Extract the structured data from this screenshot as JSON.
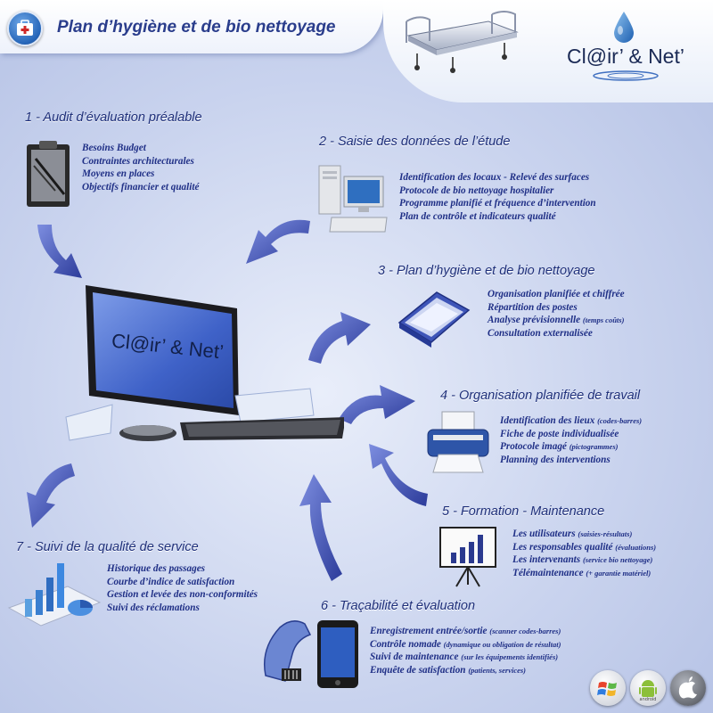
{
  "header": {
    "title": "Plan d’hygiène et de bio nettoyage",
    "brand": "Cl@ir’ & Net’",
    "icons": {
      "app": "medical-kit-icon",
      "bed": "hospital-bed-illustration"
    }
  },
  "monitor_brand": "Cl@ir’ & Net’",
  "colors": {
    "title": "#2a3d8c",
    "item": "#1f2f86",
    "arrow": "#4a5fc0",
    "background": "#c9d3ee"
  },
  "sections": [
    {
      "title": "1 - Audit d’évaluation préalable",
      "icon": "clipboard-icon",
      "items": [
        {
          "text": "Besoins Budget",
          "note": ""
        },
        {
          "text": "Contraintes architecturales",
          "note": ""
        },
        {
          "text": "Moyens en places",
          "note": ""
        },
        {
          "text": "Objectifs financier et qualité",
          "note": ""
        }
      ]
    },
    {
      "title": "2 - Saisie des données de l’étude",
      "icon": "desktop-computer-icon",
      "items": [
        {
          "text": "Identification des locaux - Relevé des surfaces",
          "note": ""
        },
        {
          "text": "Protocole de bio nettoyage hospitalier",
          "note": ""
        },
        {
          "text": "Programme planifié et fréquence d’intervention",
          "note": ""
        },
        {
          "text": "Plan de contrôle et indicateurs qualité",
          "note": ""
        }
      ]
    },
    {
      "title": "3 - Plan d’hygiène et de bio nettoyage",
      "icon": "binder-icon",
      "items": [
        {
          "text": "Organisation planifiée et chiffrée",
          "note": ""
        },
        {
          "text": "Répartition des postes",
          "note": ""
        },
        {
          "text": "Analyse prévisionnelle",
          "note": "(temps coûts)"
        },
        {
          "text": "Consultation externalisée",
          "note": ""
        }
      ]
    },
    {
      "title": "4 - Organisation planifiée de travail",
      "icon": "printer-icon",
      "items": [
        {
          "text": "Identification des lieux",
          "note": "(codes-barres)"
        },
        {
          "text": "Fiche de poste individualisée",
          "note": ""
        },
        {
          "text": "Protocole imagé",
          "note": "(pictogrammes)"
        },
        {
          "text": "Planning des interventions",
          "note": ""
        }
      ]
    },
    {
      "title": "5 - Formation - Maintenance",
      "icon": "presentation-board-icon",
      "items": [
        {
          "text": "Les utilisateurs",
          "note": "(saisies-résultats)"
        },
        {
          "text": "Les responsables qualité",
          "note": "(évaluations)"
        },
        {
          "text": "Les intervenants",
          "note": "(service bio nettoyage)"
        },
        {
          "text": "Télémaintenance",
          "note": "(+ garantie matériel)"
        }
      ]
    },
    {
      "title": "6 - Traçabilité et évaluation",
      "icon": "barcode-scanner-icon",
      "items": [
        {
          "text": "Enregistrement entrée/sortie",
          "note": "(scanner codes-barres)"
        },
        {
          "text": "Contrôle nomade",
          "note": "(dynamique ou obligation de résultat)"
        },
        {
          "text": "Suivi de maintenance",
          "note": "(sur les équipements identifiés)"
        },
        {
          "text": "Enquête de satisfaction",
          "note": "(patients, services)"
        }
      ]
    },
    {
      "title": "7 - Suivi de la qualité de service",
      "icon": "bar-chart-icon",
      "items": [
        {
          "text": "Historique des passages",
          "note": ""
        },
        {
          "text": "Courbe d’indice de satisfaction",
          "note": ""
        },
        {
          "text": "Gestion et levée des non-conformités",
          "note": ""
        },
        {
          "text": "Suivi des réclamations",
          "note": ""
        }
      ]
    }
  ],
  "platforms": [
    {
      "name": "windows",
      "icon": "windows-icon",
      "label": ""
    },
    {
      "name": "android",
      "icon": "android-icon",
      "label": "android"
    },
    {
      "name": "apple",
      "icon": "apple-icon",
      "label": ""
    }
  ]
}
